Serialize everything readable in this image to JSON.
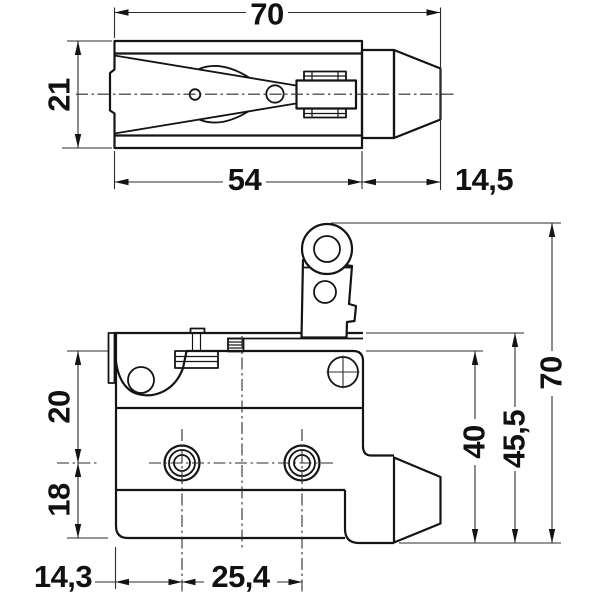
{
  "drawing": {
    "kind": "technical-dimension-drawing",
    "subject": "limit-switch-with-roller-lever",
    "units_style": "decimal-comma",
    "colors": {
      "line": "#141414",
      "thin_line": "#2e2e2e",
      "background": "#ffffff"
    },
    "top_view": {
      "dim_overall_length": "70",
      "dim_body_height": "21",
      "dim_body_length": "54",
      "dim_plunger_length": "14,5"
    },
    "side_view": {
      "dim_top_to_hole_axis": "20",
      "dim_hole_axis_to_bottom": "18",
      "dim_edge_to_first_hole": "14,3",
      "dim_hole_spacing": "25,4",
      "dim_body_height": "40",
      "dim_height_with_plate": "45,5",
      "dim_overall_height": "70"
    }
  }
}
